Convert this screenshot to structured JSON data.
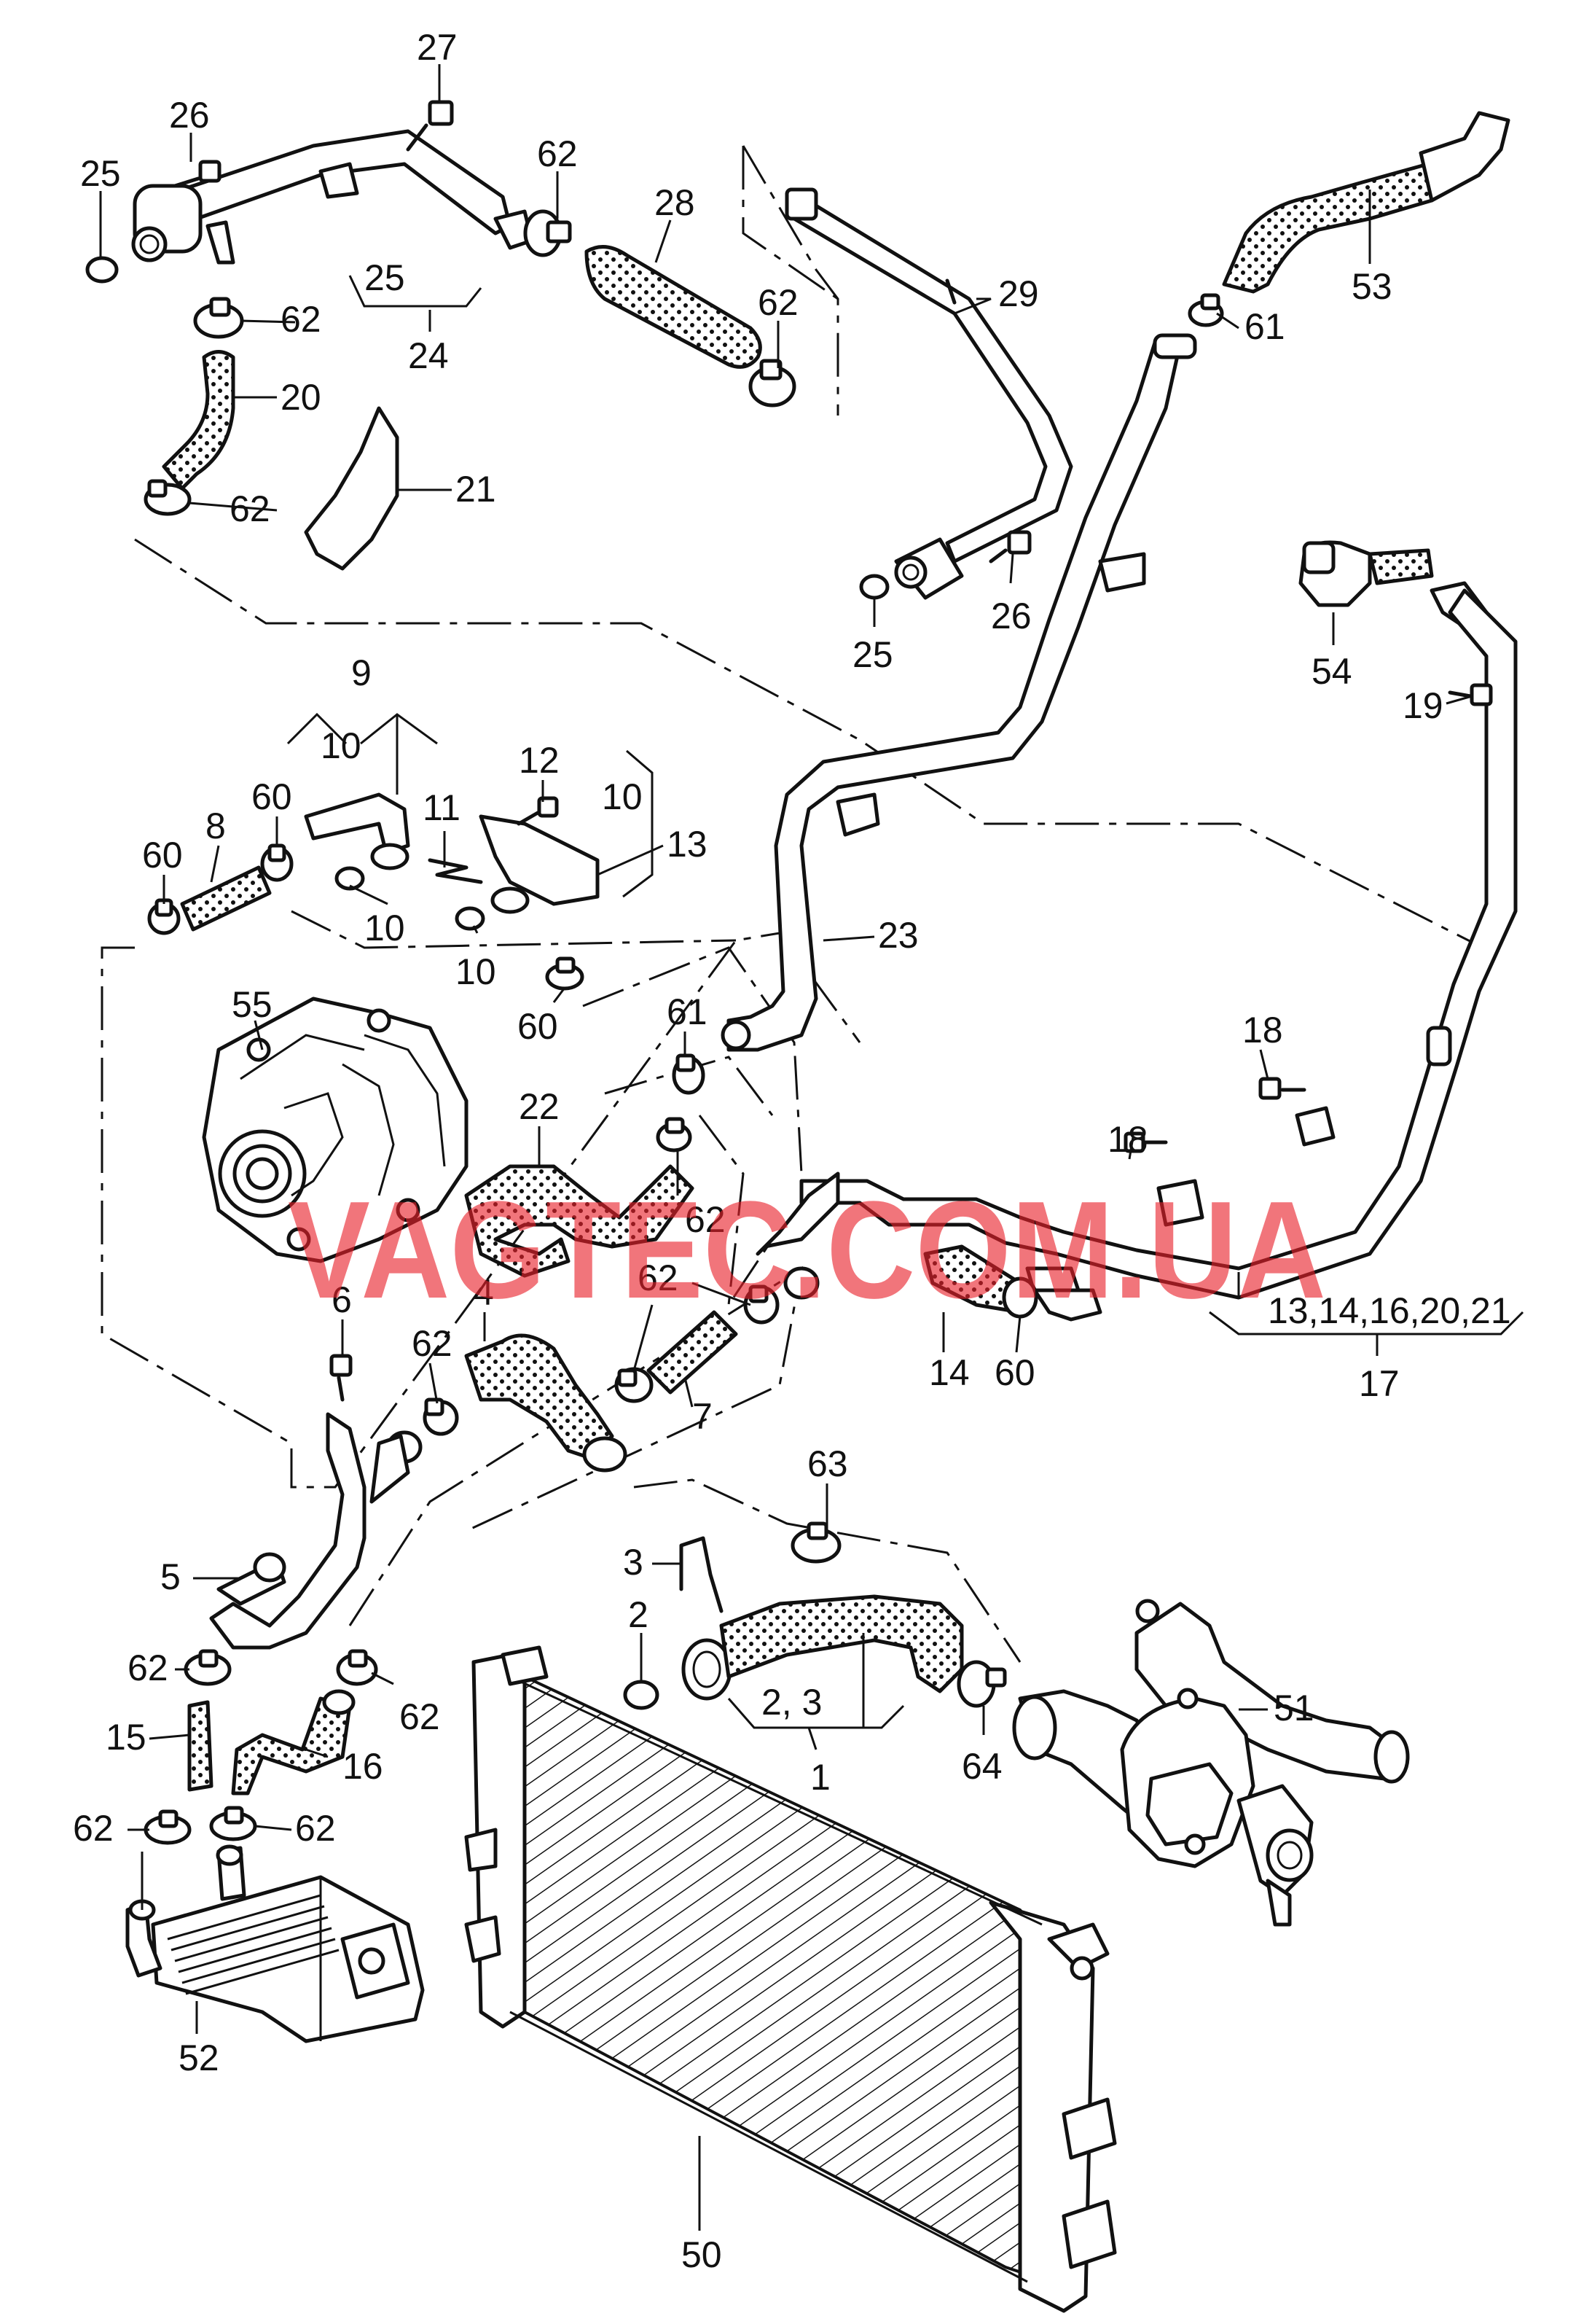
{
  "watermark": "VAGTEC.COM.UA",
  "labels": {
    "l27": "27",
    "l26a": "26",
    "l25a": "25",
    "l62a": "62",
    "l28": "28",
    "l29": "29",
    "l53": "53",
    "l61a": "61",
    "l62b": "62",
    "l62c": "62",
    "l20": "20",
    "l25b": "25",
    "l24": "24",
    "l21": "21",
    "l62d": "62",
    "l26b": "26",
    "l25c": "25",
    "l54": "54",
    "l19": "19",
    "l9": "9",
    "l10a": "10",
    "l12": "12",
    "l11": "11",
    "l10b": "10",
    "l13": "13",
    "l60a": "60",
    "l8": "8",
    "l60b": "60",
    "l10c": "10",
    "l10d": "10",
    "l23": "23",
    "l60c": "60",
    "l55": "55",
    "l61b": "61",
    "l18a": "18",
    "l22": "22",
    "l18b": "18",
    "l62e": "62",
    "l62f": "62",
    "l6": "6",
    "l4": "4",
    "l62g": "62",
    "l7": "7",
    "l14": "14",
    "l60d": "60",
    "l13b": "13,14,16,20,21",
    "l17": "17",
    "l63": "63",
    "l3": "3",
    "l2": "2",
    "l5": "5",
    "l51": "51",
    "l62h": "62",
    "l62i": "62",
    "l15": "15",
    "l23b": "2, 3",
    "l1": "1",
    "l64": "64",
    "l16": "16",
    "l62j": "62",
    "l62k": "62",
    "l52": "52",
    "l50": "50"
  }
}
